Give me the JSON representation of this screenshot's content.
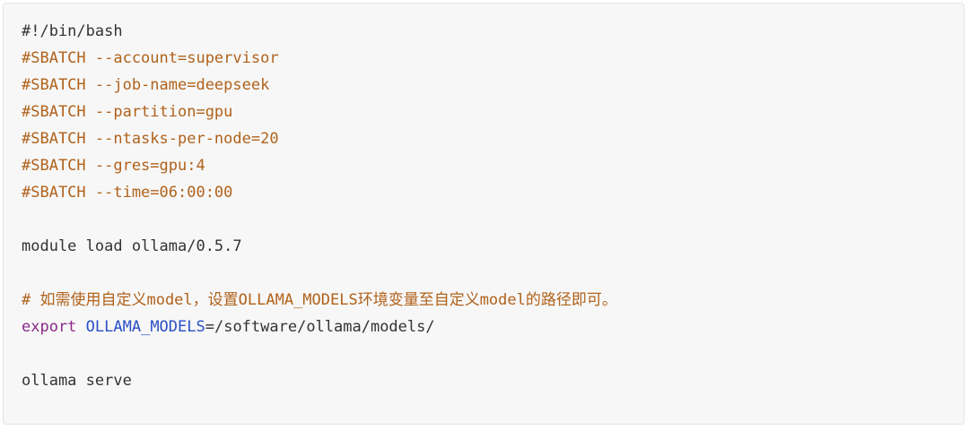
{
  "code": {
    "shebang": "#!/bin/bash",
    "sbatch_lines": [
      "#SBATCH --account=supervisor",
      "#SBATCH --job-name=deepseek",
      "#SBATCH --partition=gpu",
      "#SBATCH --ntasks-per-node=20",
      "#SBATCH --gres=gpu:4",
      "#SBATCH --time=06:00:00"
    ],
    "module_line": "module load ollama/0.5.7",
    "comment_line": "# 如需使用自定义model，设置OLLAMA_MODELS环境变量至自定义model的路径即可。",
    "export_keyword": "export",
    "export_variable": "OLLAMA_MODELS",
    "export_value": "=/software/ollama/models/",
    "serve_line": "ollama serve"
  },
  "colors": {
    "comment": "#b0621b",
    "keyword": "#8a2a8a",
    "variable": "#2a4fc7",
    "text": "#333333",
    "background": "#f7f7f7"
  }
}
